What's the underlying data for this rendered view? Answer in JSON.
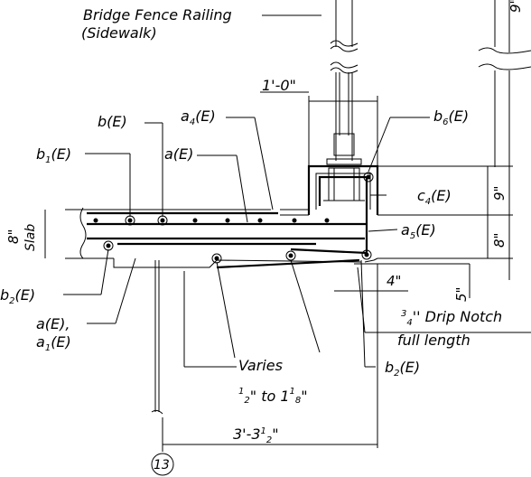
{
  "labels": {
    "fence_railing": "Bridge Fence Railing",
    "sidewalk": "(Sidewalk)",
    "b_e": "b(E)",
    "b1_e": "b",
    "b1_sub": "1",
    "b1_tail": "(E)",
    "a4_e": "a",
    "a4_sub": "4",
    "a4_tail": "(E)",
    "a_e": "a(E)",
    "b6_e": "b",
    "b6_sub": "6",
    "b6_tail": "(E)",
    "c4_e": "c",
    "c4_sub": "4",
    "c4_tail": "(E)",
    "a5_e": "a",
    "a5_sub": "5",
    "a5_tail": "(E)",
    "b2_left": "b",
    "b2_left_sub": "2",
    "b2_left_tail": "(E)",
    "a_e_comma": "a(E),",
    "a1_e": "a",
    "a1_sub": "1",
    "a1_tail": "(E)",
    "drip_frac": "3",
    "drip_frac_den": "4",
    "drip_notch": "'' Drip Notch",
    "full_length": "full length",
    "b2_right": "b",
    "b2_right_sub": "2",
    "b2_right_tail": "(E)",
    "varies": "Varies",
    "varies_range_a": "1",
    "varies_range_b": "2",
    "varies_range_c": "\" to 1",
    "varies_range_d": "1",
    "varies_range_e": "8",
    "varies_range_f": "\"",
    "slab": "Slab",
    "circle_num": "13"
  },
  "dimensions": {
    "one_foot": "1'-0\"",
    "nine_in": "9\"",
    "nine_top": "9\"",
    "eight_in": "8\"",
    "eight_slab": "8\"",
    "five_in": "5\"",
    "four_in": "4\"",
    "overall_a": "3'-3",
    "overall_b": "1",
    "overall_c": "2",
    "overall_d": "\""
  }
}
